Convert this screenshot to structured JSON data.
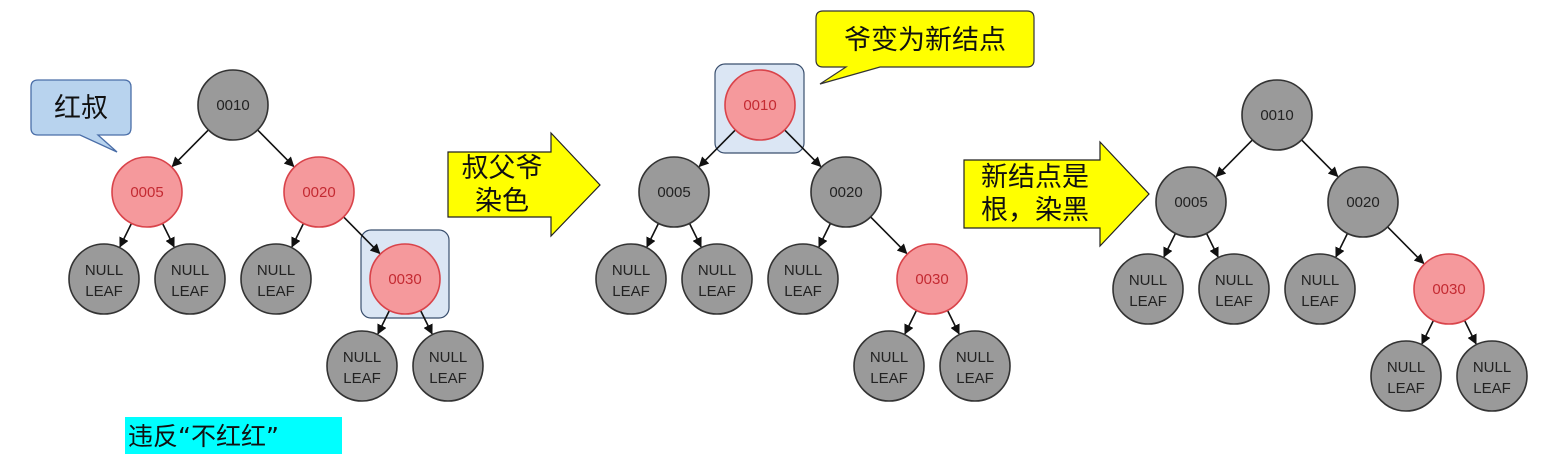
{
  "colors": {
    "black_node": "#9a9a9a",
    "red_node": "#f5999c",
    "red_stroke": "#d9434a",
    "black_stroke": "#333333",
    "highlight_fill": "#dbe6f4",
    "highlight_stroke": "#3a4f6e",
    "callout_blue_fill": "#b8d3ee",
    "callout_blue_stroke": "#4a6ea8",
    "callout_yellow_fill": "#ffff00",
    "arrow_yellow": "#ffff00",
    "note_cyan": "#00ffff"
  },
  "null_label": [
    "NULL",
    "LEAF"
  ],
  "trees": [
    {
      "nodes": [
        {
          "key": "0010",
          "color": "black"
        },
        {
          "key": "0005",
          "color": "red"
        },
        {
          "key": "0020",
          "color": "red"
        },
        {
          "key": "0030",
          "color": "red"
        }
      ],
      "callout": {
        "text": "红叔"
      },
      "note": {
        "text": "违反“不红红”"
      }
    },
    {
      "nodes": [
        {
          "key": "0010",
          "color": "red"
        },
        {
          "key": "0005",
          "color": "black"
        },
        {
          "key": "0020",
          "color": "black"
        },
        {
          "key": "0030",
          "color": "red"
        }
      ],
      "callout": {
        "text": "爷变为新结点"
      }
    },
    {
      "nodes": [
        {
          "key": "0010",
          "color": "black"
        },
        {
          "key": "0005",
          "color": "black"
        },
        {
          "key": "0020",
          "color": "black"
        },
        {
          "key": "0030",
          "color": "red"
        }
      ]
    }
  ],
  "steps": [
    {
      "lines": [
        "叔父爷",
        "染色"
      ]
    },
    {
      "lines": [
        "新结点是",
        "根，染黑"
      ]
    }
  ]
}
